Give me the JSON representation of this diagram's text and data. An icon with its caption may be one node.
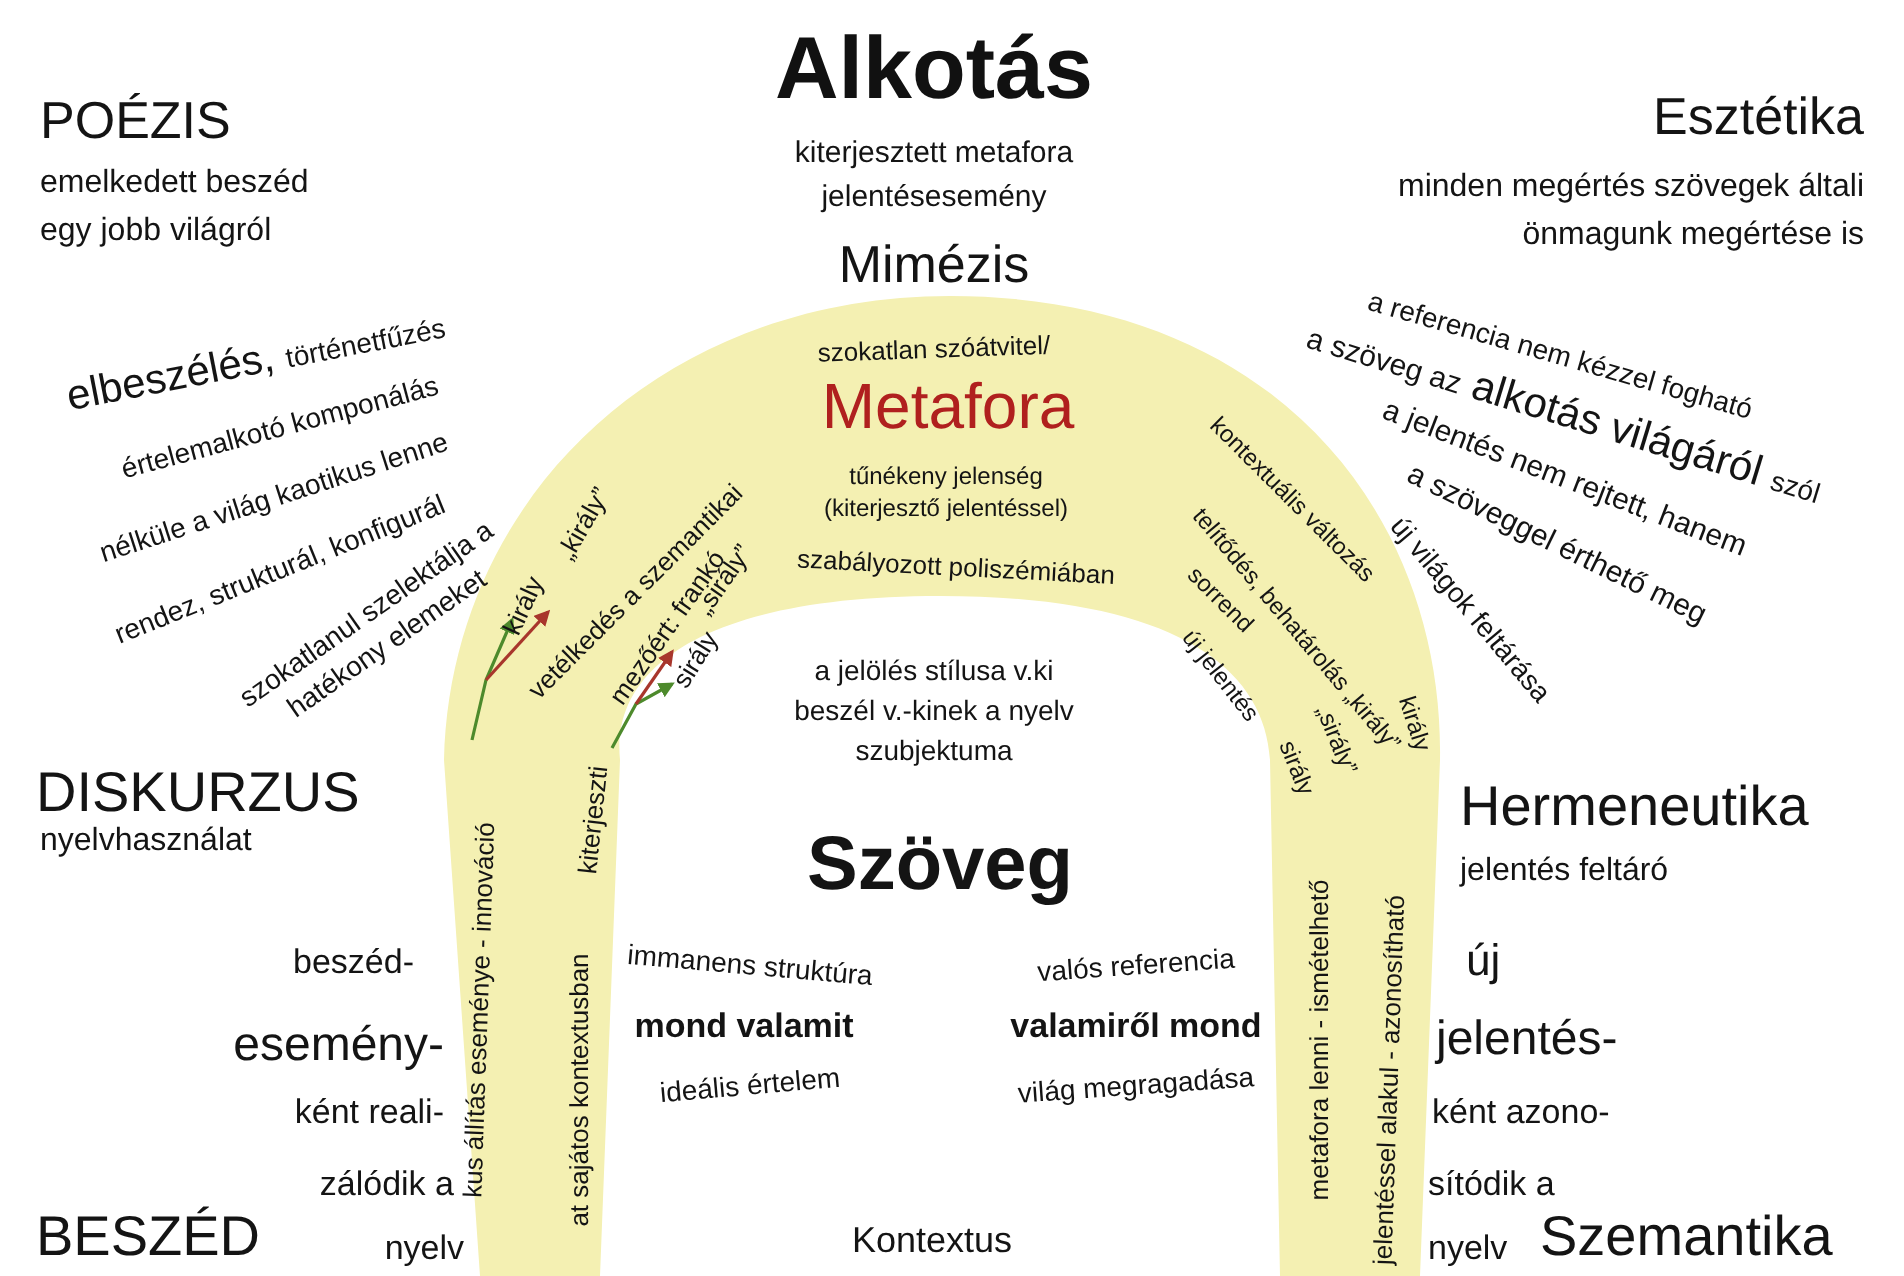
{
  "diagram": {
    "title": "Alkotás",
    "nodes": [
      {
        "text": [
          "szokatlan szóátvitel/",
          "Metafora",
          "tűnékeny jelenség (kiterjesztő jelentéssel)",
          "király",
          "„király”",
          "vetélkedés a szemantikai",
          "mezőért: frankó",
          "„sirály”",
          "sirály",
          "szabályozott poliszémiában",
          "kontextuális változás",
          "telítődés, behatárolás „király”",
          "sorrend",
          "király",
          "új jelentés",
          "„sirály”",
          "sirály",
          "kus állítás eseménye - innováció",
          "kiterjeszti",
          "at sajátos kontextusban",
          "metafora lenni - ismételhető",
          "jelentéssel alakul - azonosítható"
        ]
      }
    ],
    "labels": [
      "POÉZIS",
      "emelkedett beszéd egy jobb világról",
      "kiterjesztett metafora jelentésesemény",
      "Mimézis",
      "Esztétika",
      "minden megértés szövegek általi önmagunk megértése is",
      "elbeszélés,",
      "történetfűzés",
      "értelemalkotó komponálás",
      "nélküle a világ kaotikus lenne",
      "rendez, strukturál, konfigurál",
      "szokatlanul szelektálja a hatékony elemeket",
      "a referencia nem kézzel fogható",
      "a szöveg az",
      "alkotás világáról",
      "szól",
      "a jelentés nem rejtett, hanem",
      "a szöveggel érthető meg",
      "új világok feltárása",
      "DISKURZUS",
      "nyelvhasználat",
      "a jelölés stílusa v.ki beszél v.-kinek a nyelv szubjektuma",
      "Hermeneutika",
      "Szöveg",
      "jelentés feltáró",
      "beszéd-",
      "immanens struktúra",
      "valós referencia",
      "új",
      "mond valamit",
      "valamiről mond",
      "esemény-",
      "jelentés-",
      "ideális értelem",
      "világ megragadása",
      "ként reali-",
      "ként azono-",
      "zálódik a",
      "sítódik a",
      "nyelv",
      "nyelv",
      "BESZÉD",
      "Kontextus",
      "Szemantika"
    ]
  }
}
